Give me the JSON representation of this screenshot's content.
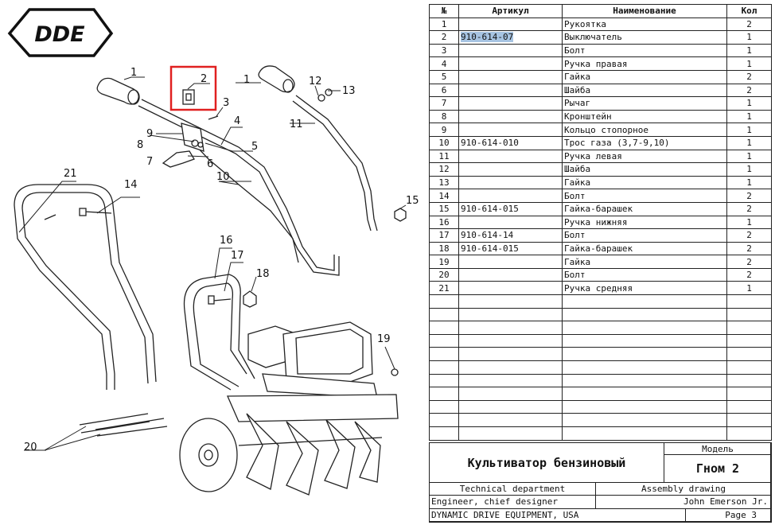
{
  "brand": {
    "logo_text": "DDE"
  },
  "callouts": [
    "1",
    "2",
    "3",
    "4",
    "5",
    "6",
    "7",
    "8",
    "9",
    "10",
    "11",
    "12",
    "13",
    "14",
    "15",
    "16",
    "17",
    "18",
    "19",
    "20",
    "21",
    "1"
  ],
  "table": {
    "headers": {
      "num": "№",
      "article": "Артикул",
      "name": "Наименование",
      "qty": "Кол"
    },
    "rows": [
      {
        "num": "1",
        "article": "",
        "name": "Рукоятка",
        "qty": "2"
      },
      {
        "num": "2",
        "article": "910-614-07",
        "name": "Выключатель",
        "qty": "1"
      },
      {
        "num": "3",
        "article": "",
        "name": "Болт",
        "qty": "1"
      },
      {
        "num": "4",
        "article": "",
        "name": "Ручка правая",
        "qty": "1"
      },
      {
        "num": "5",
        "article": "",
        "name": "Гайка",
        "qty": "2"
      },
      {
        "num": "6",
        "article": "",
        "name": "Шайба",
        "qty": "2"
      },
      {
        "num": "7",
        "article": "",
        "name": "Рычаг",
        "qty": "1"
      },
      {
        "num": "8",
        "article": "",
        "name": "Кронштейн",
        "qty": "1"
      },
      {
        "num": "9",
        "article": "",
        "name": "Кольцо стопорное",
        "qty": "1"
      },
      {
        "num": "10",
        "article": "910-614-010",
        "name": "Трос газа (3,7-9,10)",
        "qty": "1"
      },
      {
        "num": "11",
        "article": "",
        "name": "Ручка левая",
        "qty": "1"
      },
      {
        "num": "12",
        "article": "",
        "name": "Шайба",
        "qty": "1"
      },
      {
        "num": "13",
        "article": "",
        "name": "Гайка",
        "qty": "1"
      },
      {
        "num": "14",
        "article": "",
        "name": "Болт",
        "qty": "2"
      },
      {
        "num": "15",
        "article": "910-614-015",
        "name": "Гайка-барашек",
        "qty": "2"
      },
      {
        "num": "16",
        "article": "",
        "name": "Ручка нижняя",
        "qty": "1"
      },
      {
        "num": "17",
        "article": "910-614-14",
        "name": "Болт",
        "qty": "2"
      },
      {
        "num": "18",
        "article": "910-614-015",
        "name": "Гайка-барашек",
        "qty": "2"
      },
      {
        "num": "19",
        "article": "",
        "name": "Гайка",
        "qty": "2"
      },
      {
        "num": "20",
        "article": "",
        "name": "Болт",
        "qty": "2"
      },
      {
        "num": "21",
        "article": "",
        "name": "Ручка средняя",
        "qty": "1"
      }
    ],
    "empty_rows": 11,
    "highlighted_article": "910-614-07"
  },
  "title_block": {
    "product": "Культиватор бензиновый",
    "model_label": "Модель",
    "model": "Гном 2",
    "department": "Technical department",
    "drawing_type": "Assembly drawing",
    "role": "Engineer, chief designer",
    "person": "John Emerson Jr.",
    "company": "DYNAMIC DRIVE EQUIPMENT, USA",
    "page": "Page 3"
  },
  "colors": {
    "highlight_box": "#e02020",
    "selection": "#a7c4e2",
    "line": "#222222"
  }
}
